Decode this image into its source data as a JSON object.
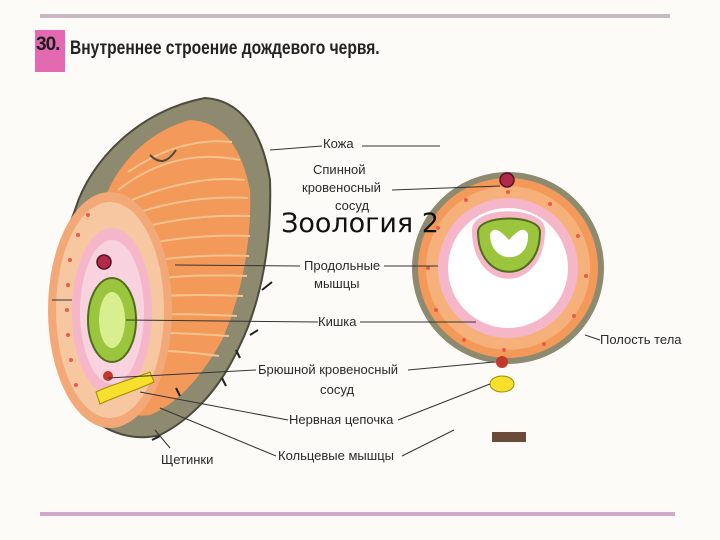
{
  "figure": {
    "number": "30.",
    "title": "Внутреннее строение дождевого червя.",
    "overlay_text": "Зоология 2",
    "labels": {
      "kozha": "Кожа",
      "spinnoy": "Спинной",
      "krovenosny": "кровеносный",
      "sosud_top": "сосуд",
      "prodolnye": "Продольные",
      "myshtsy": "мышцы",
      "kishka": "Кишка",
      "polost": "Полость тела",
      "bryushnoy": "Брюшной кровеносный",
      "sosud": "сосуд",
      "nervnaya": "Нервная цепочка",
      "shchetinki": "Щетинки",
      "koltsevye": "Кольцевые мышцы"
    }
  },
  "colors": {
    "badge": "#e36ab0",
    "skin": "#8e8a6f",
    "muscle": "#f39a5a",
    "intestine": "#9bc53d",
    "pink": "#f4b6c8"
  }
}
